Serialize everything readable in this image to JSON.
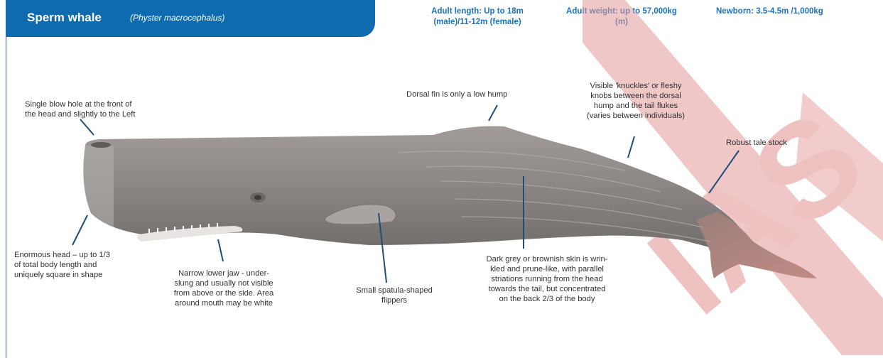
{
  "header": {
    "title": "Sperm whale",
    "scientific_name": "(Physter macrocephalus)"
  },
  "stats": {
    "length_line1": "Adult length: Up to 18m",
    "length_line2": "(male)/11-12m (female)",
    "weight_line1": "Adult weight: up to 57,000kg",
    "weight_line2": "(m)",
    "newborn": "Newborn: 3.5-4.5m /1,000kg"
  },
  "labels": {
    "blowhole": [
      "Single blow hole at the  front of",
      "the head and slightly to the Left"
    ],
    "dorsal": [
      "Dorsal fin is only a low hump"
    ],
    "knuckles": [
      "Visible 'knuckles' or fleshy",
      "knobs between the dorsal",
      "hump and the tail flukes",
      "(varies between individuals)"
    ],
    "tail_stock": [
      "Robust tale stock"
    ],
    "head": [
      "Enormous head – up to 1/3",
      "of total body length and",
      "uniquely square in shape"
    ],
    "jaw": [
      "Narrow lower jaw  - under-",
      "slung and usually not visible",
      "from above or the side.  Area",
      "around mouth may be white"
    ],
    "flippers": [
      "Small spatula-shaped",
      "flippers"
    ],
    "skin": [
      "Dark grey or brownish skin is wrin-",
      "kled and prune-like, with parallel",
      "striations running from the head",
      "towards the tail, but concentrated",
      "on the back 2/3 of the body"
    ]
  },
  "watermark": "IAS",
  "colors": {
    "header_blue": "#0e6bb0",
    "stat_blue": "#1b74bf",
    "pointer_blue": "#1f4e79",
    "watermark_red": "#d94a4a",
    "body_grey": "#8e8a88"
  }
}
